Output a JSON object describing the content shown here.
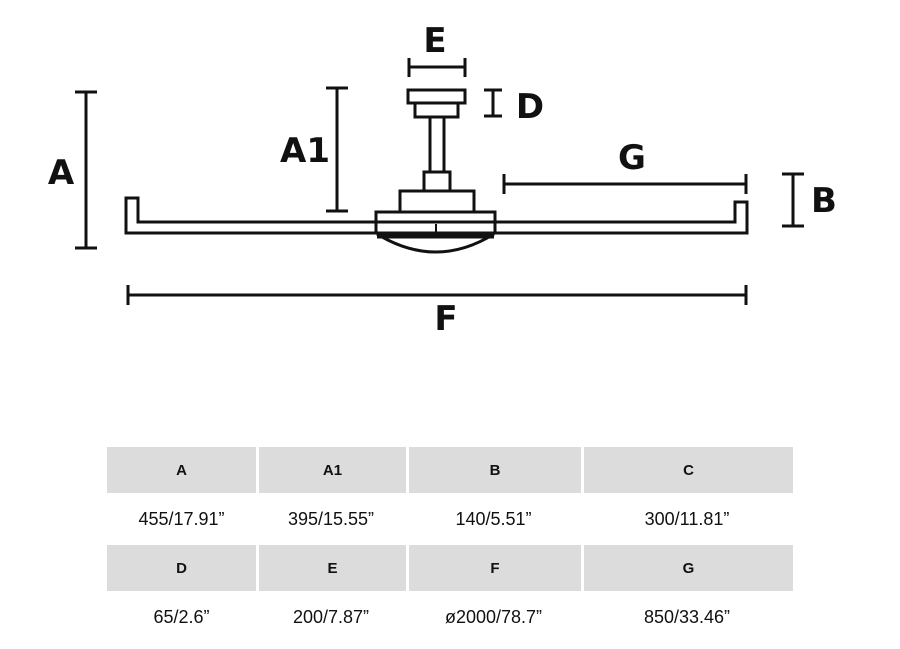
{
  "diagram": {
    "labels": {
      "A": "A",
      "A1": "A1",
      "B": "B",
      "D": "D",
      "E": "E",
      "F": "F",
      "G": "G"
    },
    "line_color": "#111111"
  },
  "table": {
    "header_bg": "#dcdcdc",
    "rows": [
      {
        "headers": [
          "A",
          "A1",
          "B",
          "C"
        ],
        "values": [
          "455/17.91”",
          "395/15.55”",
          "140/5.51”",
          "300/11.81”"
        ]
      },
      {
        "headers": [
          "D",
          "E",
          "F",
          "G"
        ],
        "values": [
          "65/2.6”",
          "200/7.87”",
          "ø2000/78.7”",
          "850/33.46”"
        ]
      }
    ]
  }
}
